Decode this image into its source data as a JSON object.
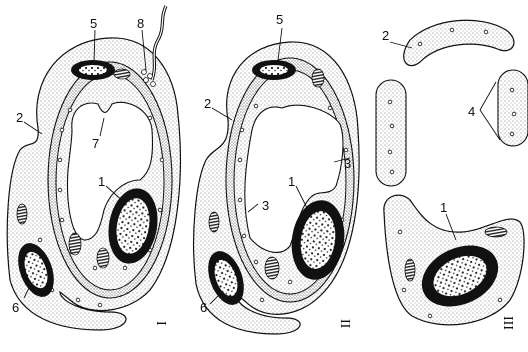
{
  "panels": [
    {
      "id": "I",
      "numeral": "I",
      "labels": [
        "5",
        "8",
        "2",
        "7",
        "1",
        "6"
      ]
    },
    {
      "id": "II",
      "numeral": "II",
      "labels": [
        "5",
        "2",
        "3",
        "3",
        "1",
        "6"
      ]
    },
    {
      "id": "III",
      "numeral": "III",
      "labels": [
        "2",
        "4",
        "1"
      ]
    }
  ],
  "colors": {
    "line": "#111111",
    "stipple": "#6b6b6b",
    "nucleus": "#111111",
    "chromatin": "#ffffff",
    "paper": "#ffffff"
  }
}
